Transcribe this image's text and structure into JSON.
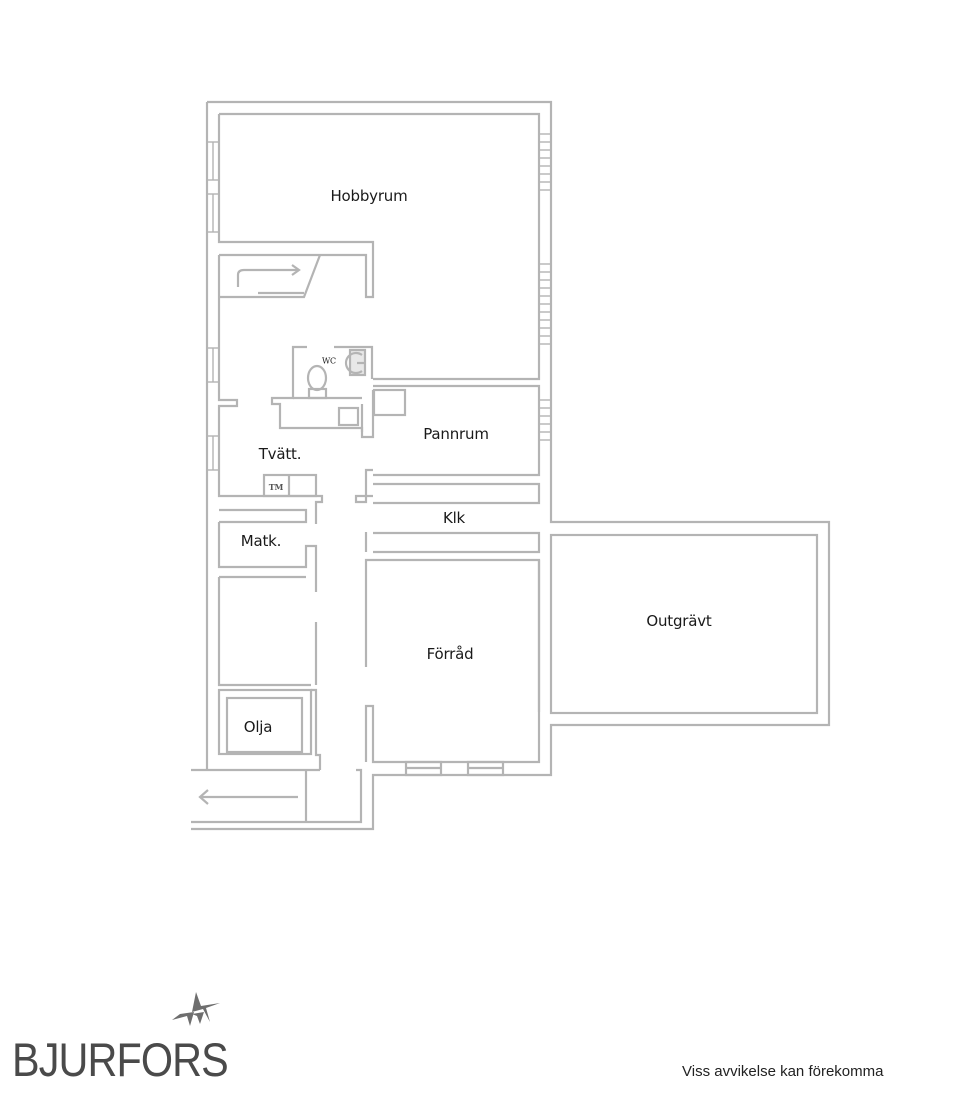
{
  "floorplan": {
    "rooms": [
      {
        "id": "hobbyrum",
        "label": "Hobbyrum"
      },
      {
        "id": "pannrum",
        "label": "Pannrum"
      },
      {
        "id": "tvatt",
        "label": "Tvätt."
      },
      {
        "id": "klk",
        "label": "Klk"
      },
      {
        "id": "matk",
        "label": "Matk."
      },
      {
        "id": "forrad",
        "label": "Förråd"
      },
      {
        "id": "outgravt",
        "label": "Outgrävt"
      },
      {
        "id": "olja",
        "label": "Olja"
      }
    ],
    "fixtures": {
      "wc_label": "WC",
      "tm_label": "TM"
    },
    "line_color": "#b4b4b4"
  },
  "footer": {
    "brand": "BJURFORS",
    "disclaimer": "Viss avvikelse kan förekomma"
  }
}
